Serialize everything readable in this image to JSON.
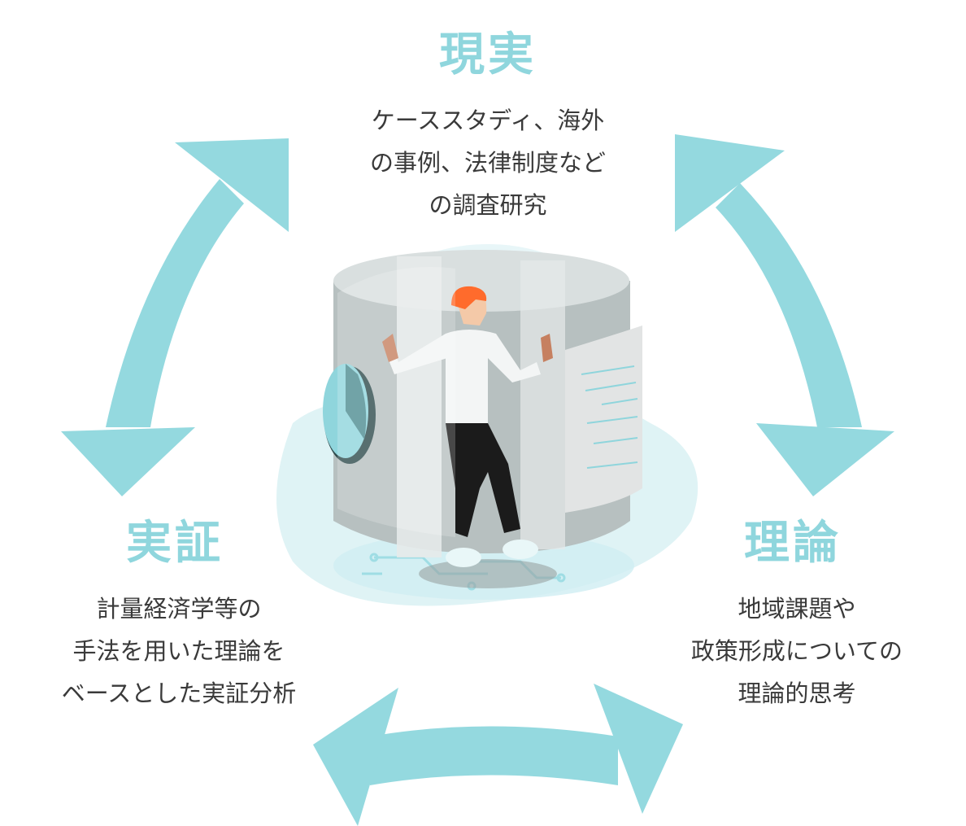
{
  "colors": {
    "accent": "#94d9df",
    "text": "#3a3a3a",
    "figure_hair": "#ff6b2c",
    "cylinder": "#b5bdbd"
  },
  "nodes": {
    "reality": {
      "title": "現実",
      "lines": [
        "ケーススタディ、海外",
        "の事例、法律制度など",
        "の調査研究"
      ]
    },
    "empirical": {
      "title": "実証",
      "lines": [
        "計量経済学等の",
        "手法を用いた理論を",
        "ベースとした実証分析"
      ]
    },
    "theory": {
      "title": "理論",
      "lines": [
        "地域課題や",
        "政策形成についての",
        "理論的思考"
      ]
    }
  },
  "connections": [
    {
      "from": "reality",
      "to": "empirical",
      "bidirectional": true
    },
    {
      "from": "reality",
      "to": "theory",
      "bidirectional": true
    },
    {
      "from": "empirical",
      "to": "theory",
      "bidirectional": true
    }
  ],
  "illustration": {
    "subject": "person-in-data-cylinder",
    "icons": [
      "pie-chart-icon",
      "document-icon",
      "circuit-icon"
    ]
  }
}
